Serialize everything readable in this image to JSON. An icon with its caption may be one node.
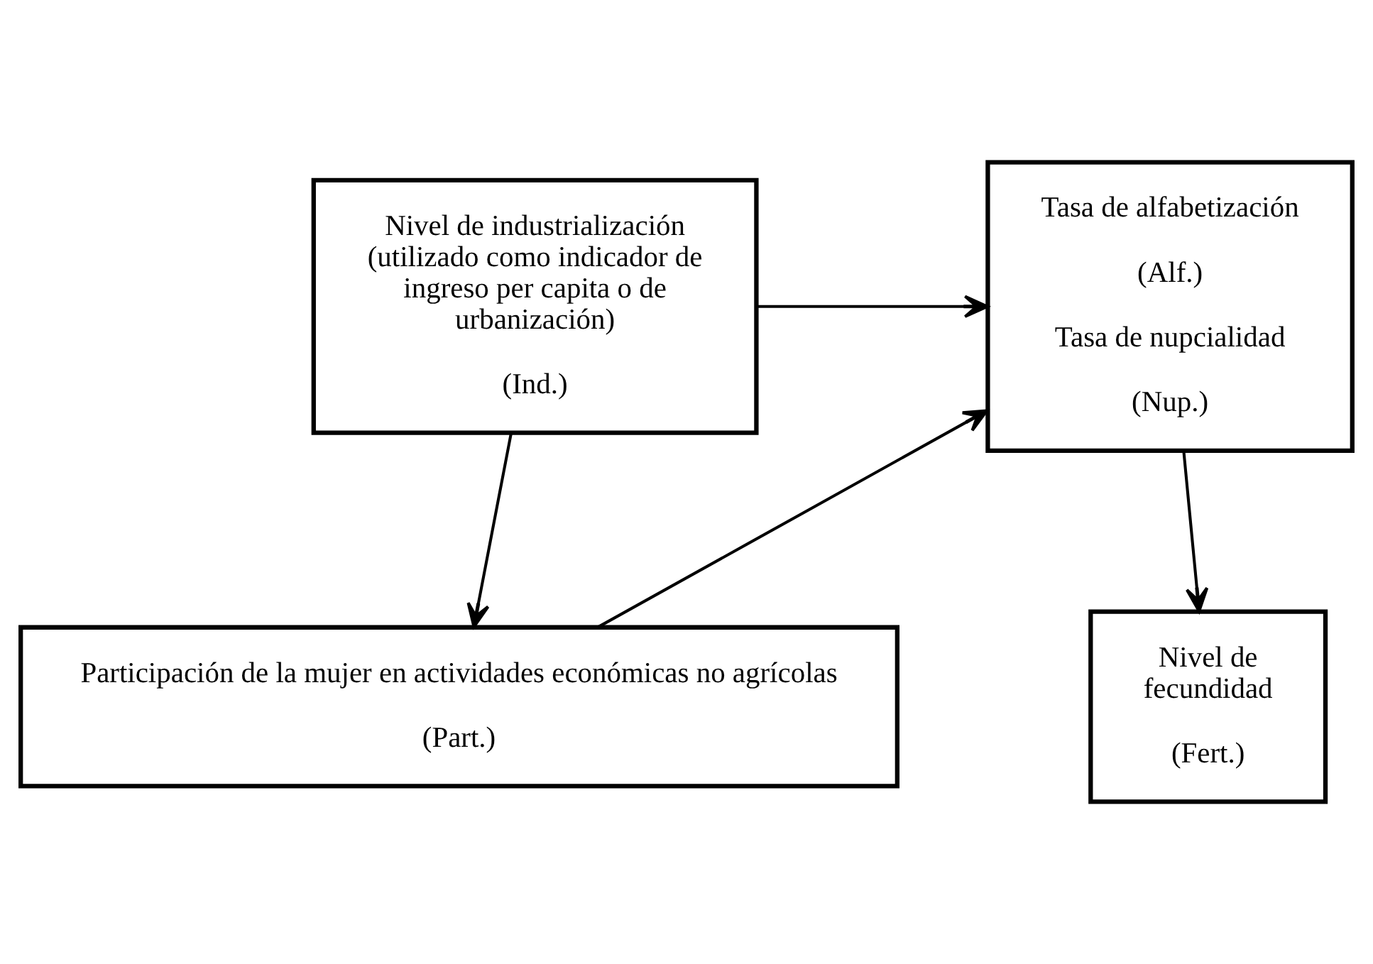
{
  "diagram": {
    "nodes": [
      {
        "text": [
          "Nivel de industrialización (utilizado como indicador de ingreso per capita o de urbanización)",
          "(Ind.)"
        ]
      },
      {
        "text": [
          "Tasa de alfabetización",
          "(Alf.)",
          "Tasa de nupcialidad",
          "(Nup.)"
        ]
      },
      {
        "text": [
          "Nivel de fecundidad",
          "(Fert.)"
        ]
      },
      {
        "text": [
          "Participación de la mujer en actividades económicas no agrícolas",
          "(Part.)"
        ]
      }
    ],
    "edges": [
      {
        "from": 0,
        "to": 1,
        "arrow": "to"
      },
      {
        "from": 0,
        "to": 3,
        "arrow": "to"
      },
      {
        "from": 3,
        "to": 1,
        "arrow": "to"
      },
      {
        "from": 1,
        "to": 2,
        "arrow": "to"
      }
    ]
  }
}
